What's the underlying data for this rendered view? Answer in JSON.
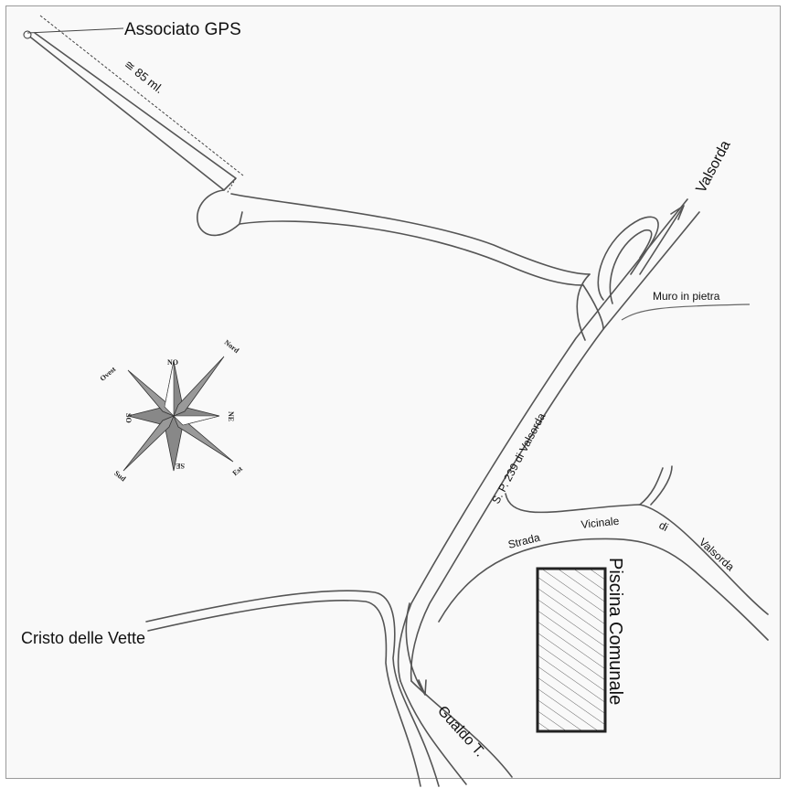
{
  "map": {
    "labels": {
      "gps": "Associato GPS",
      "distance": "≅ 85 ml.",
      "valsorda": "Valsorda",
      "muro": "Muro in pietra",
      "sp239": "S. P. 239 di Valsorda",
      "strada": "Strada",
      "vicinale": "Vicinale",
      "di": "di",
      "valsorda2": "Valsorda",
      "piscina": "Piscina Comunale",
      "cristo": "Cristo delle Vette",
      "gualdo": "Gualdo T."
    },
    "compass": {
      "nord": "Nord",
      "ovest": "Ovest",
      "sud": "Sud",
      "est": "Est",
      "no": "NO",
      "ne": "NE",
      "so": "SO",
      "se": "SE"
    }
  }
}
